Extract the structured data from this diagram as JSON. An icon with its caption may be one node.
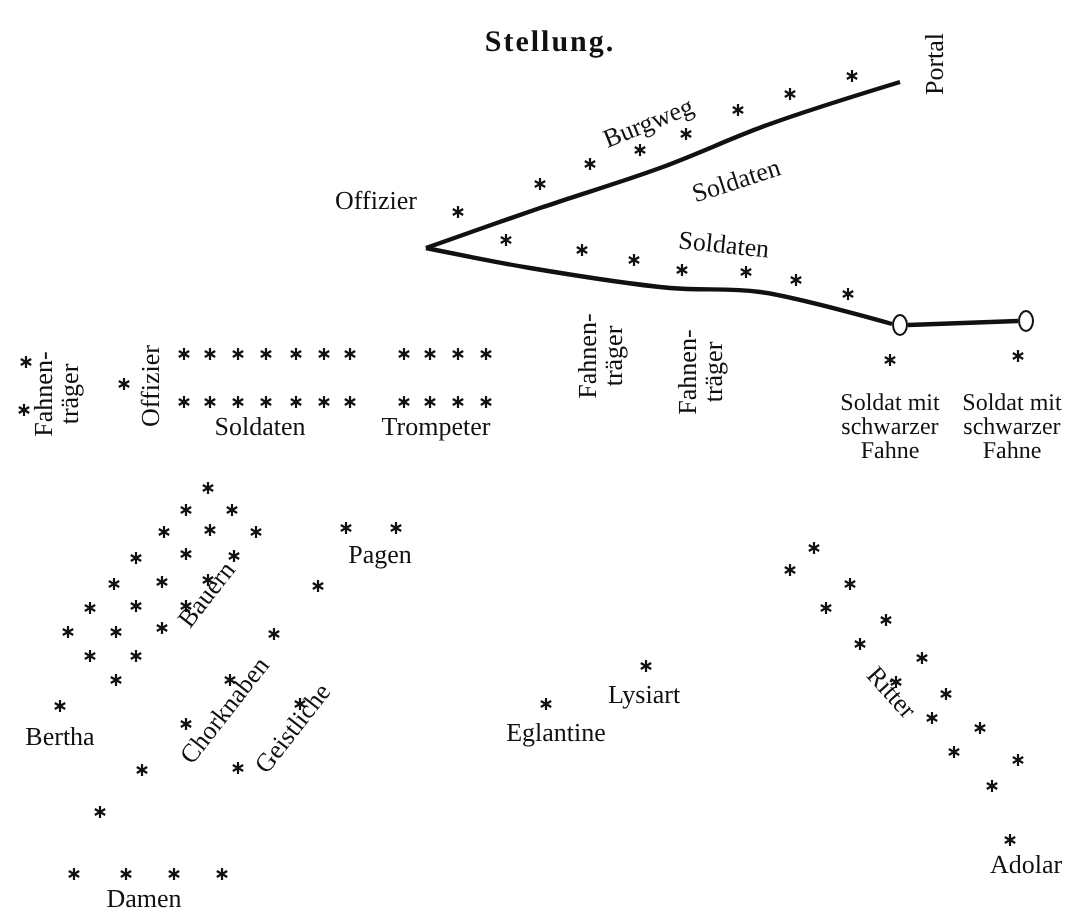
{
  "diagram": {
    "title": "Stellung.",
    "nodes": [
      {
        "text": [],
        "shape": "circle"
      },
      {
        "text": [],
        "shape": "circle"
      }
    ],
    "edges": [
      {
        "from": 0,
        "to": 1,
        "arrow": "none"
      }
    ],
    "labels": [
      "Portal",
      "Burgweg",
      "Soldaten",
      "Offizier",
      "Soldaten",
      "Fahnen-träger",
      "Offizier",
      "Soldaten",
      "Trompeter",
      "Fahnen-träger",
      "Fahnen-träger",
      "Soldat mit schwarzer Fahne",
      "Soldat mit schwarzer Fahne",
      "Pagen",
      "Bauern",
      "Bertha",
      "Chorknaben",
      "Geistliche",
      "Lysiart",
      "Eglantine",
      "Ritter",
      "Adolar",
      "Damen"
    ]
  }
}
